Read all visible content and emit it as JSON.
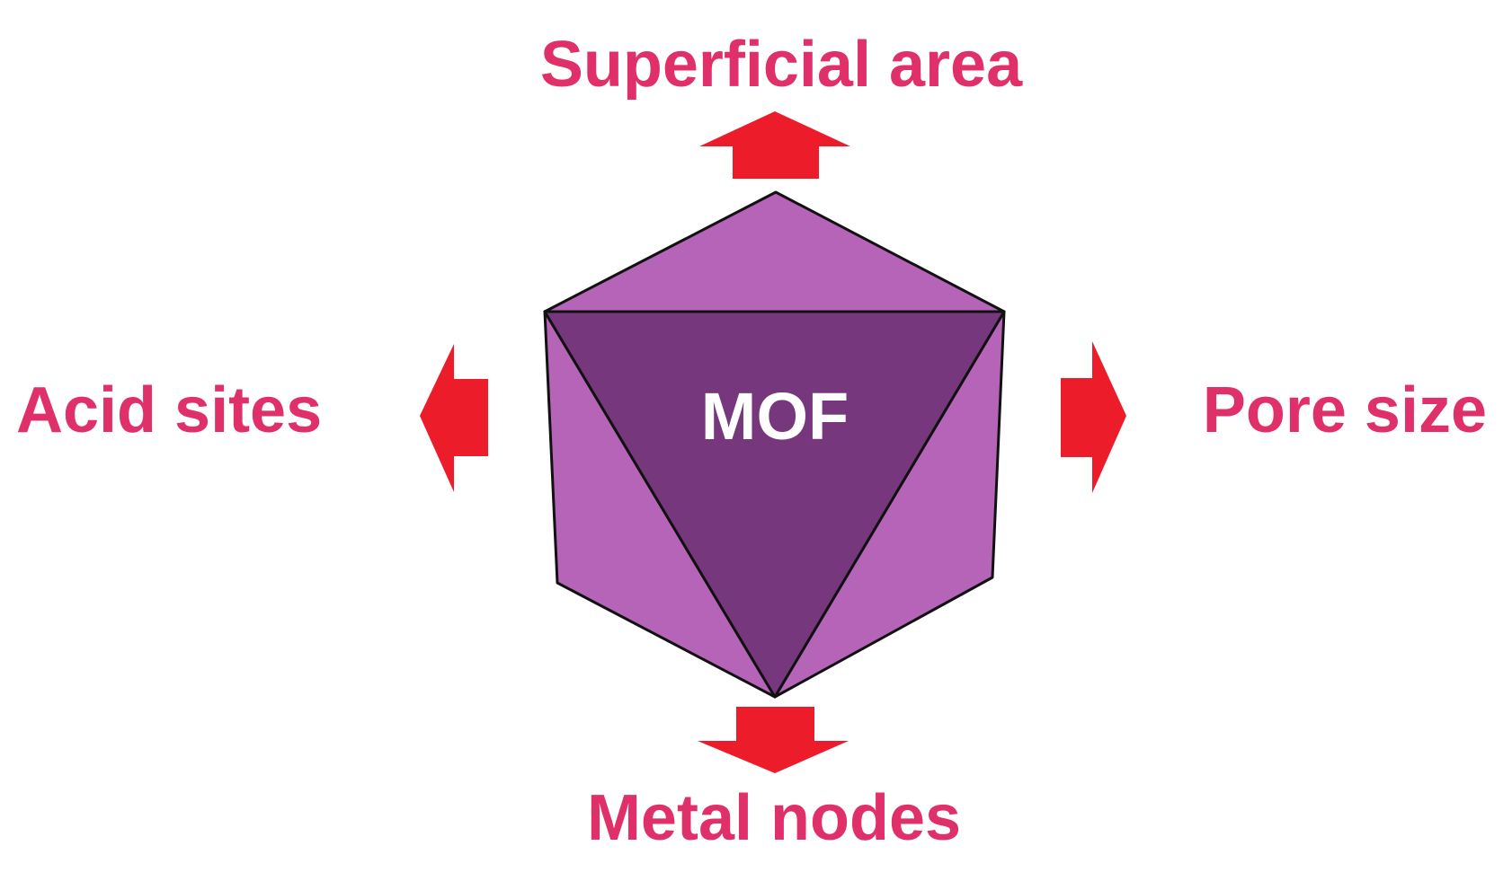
{
  "center": {
    "label": "MOF"
  },
  "properties": {
    "top": "Superficial area",
    "left": "Acid sites",
    "right": "Pore size",
    "bottom": "Metal nodes"
  },
  "colors": {
    "label_pink": "#e0306a",
    "arrow_red": "#ec1c2a",
    "face_light": "#b564b8",
    "face_dark": "#77377d",
    "outline": "#111111",
    "center_text": "#ffffff"
  },
  "icons": {
    "arrows": [
      "arrow-up-icon",
      "arrow-left-icon",
      "arrow-right-icon",
      "arrow-down-icon"
    ]
  }
}
